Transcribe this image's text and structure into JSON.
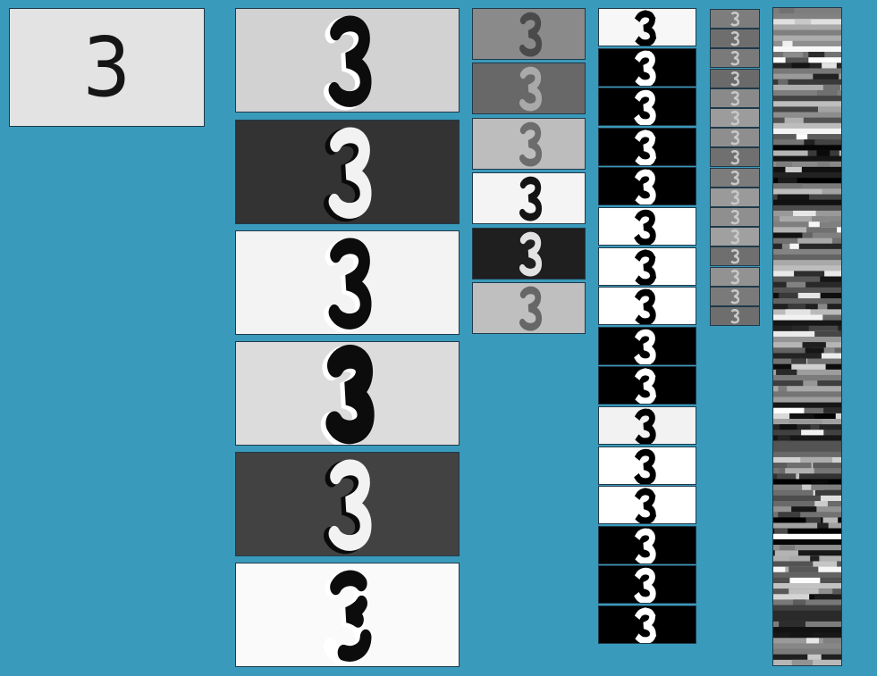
{
  "input_digit": {
    "label": "3"
  },
  "layer1": {
    "maps": [
      {
        "bg": "#d2d2d2",
        "variant": "light-shadow"
      },
      {
        "bg": "#333333",
        "variant": "dark"
      },
      {
        "bg": "#f3f3f3",
        "variant": "light"
      },
      {
        "bg": "#dcdcdc",
        "variant": "filled"
      },
      {
        "bg": "#424242",
        "variant": "dark-jagged"
      },
      {
        "bg": "#fafafa",
        "variant": "partial"
      }
    ]
  },
  "layer2": {
    "maps": [
      {
        "bg": "#8a8a8a",
        "fg": "#4a4a4a"
      },
      {
        "bg": "#686868",
        "fg": "#a9a9a9"
      },
      {
        "bg": "#bdbdbd",
        "fg": "#6c6c6c"
      },
      {
        "bg": "#f4f4f4",
        "fg": "#141414"
      },
      {
        "bg": "#1f1f1f",
        "fg": "#e2e2e2"
      },
      {
        "bg": "#bfbfbf",
        "fg": "#676767"
      }
    ]
  },
  "layer3": {
    "count": 16,
    "bgs": [
      "#f7f7f7",
      "#000000",
      "#000000",
      "#000000",
      "#000000",
      "#ffffff",
      "#ffffff",
      "#ffffff",
      "#000000",
      "#000000",
      "#f2f2f2",
      "#ffffff",
      "#ffffff",
      "#000000",
      "#000000",
      "#000000"
    ]
  },
  "layer4": {
    "count": 16,
    "bgs": [
      "#7d7d7d",
      "#6e6e6e",
      "#7a7a7a",
      "#6a6a6a",
      "#8a8a8a",
      "#9c9c9c",
      "#8e8e8e",
      "#707070",
      "#7c7c7c",
      "#9a9a9a",
      "#8f8f8f",
      "#a0a0a0",
      "#6f6f6f",
      "#929292",
      "#7a7a7a",
      "#6e6e6e"
    ]
  },
  "output_vector": {
    "rows": 120
  }
}
